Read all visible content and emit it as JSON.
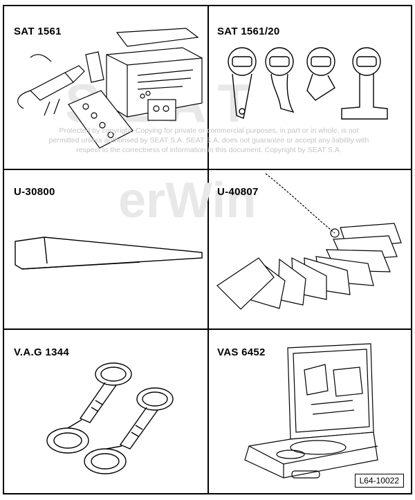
{
  "cells": [
    {
      "label": "SAT 1561",
      "icon": "glass-cutting-kit-icon"
    },
    {
      "label": "SAT 1561/20",
      "icon": "cutting-blades-icon"
    },
    {
      "label": "U-30800",
      "icon": "wedge-icon"
    },
    {
      "label": "U-40807",
      "icon": "wedge-set-icon"
    },
    {
      "label": "V.A.G 1344",
      "icon": "suction-lifter-icon"
    },
    {
      "label": "VAS 6452",
      "icon": "tool-case-icon"
    }
  ],
  "watermark": {
    "lines": [
      "Protected by copyright. Copying for private or commercial purposes, in part or in whole, is not",
      "permitted unless authorised by SEAT S.A. SEAT S.A. does not guarantee or accept any liability with",
      "respect to the correctness of information in this document. Copyright by SEAT S.A."
    ],
    "logo_text": "SEAT",
    "site_text": "erWin"
  },
  "figure_ref": "L64-10022"
}
